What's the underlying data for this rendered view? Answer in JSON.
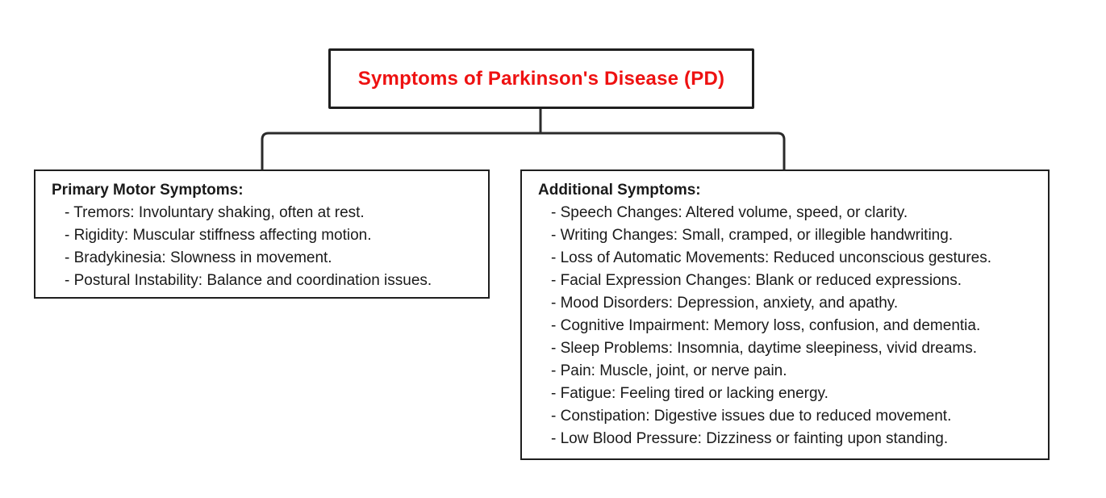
{
  "root": {
    "title": "Symptoms of Parkinson's Disease (PD)"
  },
  "left_box": {
    "heading": "Primary Motor Symptoms:",
    "items": [
      "- Tremors: Involuntary shaking, often at rest.",
      "- Rigidity: Muscular stiffness affecting motion.",
      "- Bradykinesia: Slowness in movement.",
      "- Postural Instability: Balance and coordination issues."
    ]
  },
  "right_box": {
    "heading": "Additional Symptoms:",
    "items": [
      "- Speech Changes: Altered volume, speed, or clarity.",
      "- Writing Changes: Small, cramped, or illegible handwriting.",
      "- Loss of Automatic Movements: Reduced unconscious gestures.",
      "- Facial Expression Changes: Blank or reduced expressions.",
      "- Mood Disorders: Depression, anxiety, and apathy.",
      "- Cognitive Impairment: Memory loss, confusion, and dementia.",
      "- Sleep Problems: Insomnia, daytime sleepiness, vivid dreams.",
      "- Pain: Muscle, joint, or nerve pain.",
      "- Fatigue: Feeling tired or lacking energy.",
      "- Constipation: Digestive issues due to reduced movement.",
      "- Low Blood Pressure: Dizziness or fainting upon standing."
    ]
  },
  "colors": {
    "title_text": "#ee1111",
    "box_border": "#1f1f1f",
    "connector_line": "#2b2b2b",
    "background": "#ffffff"
  }
}
